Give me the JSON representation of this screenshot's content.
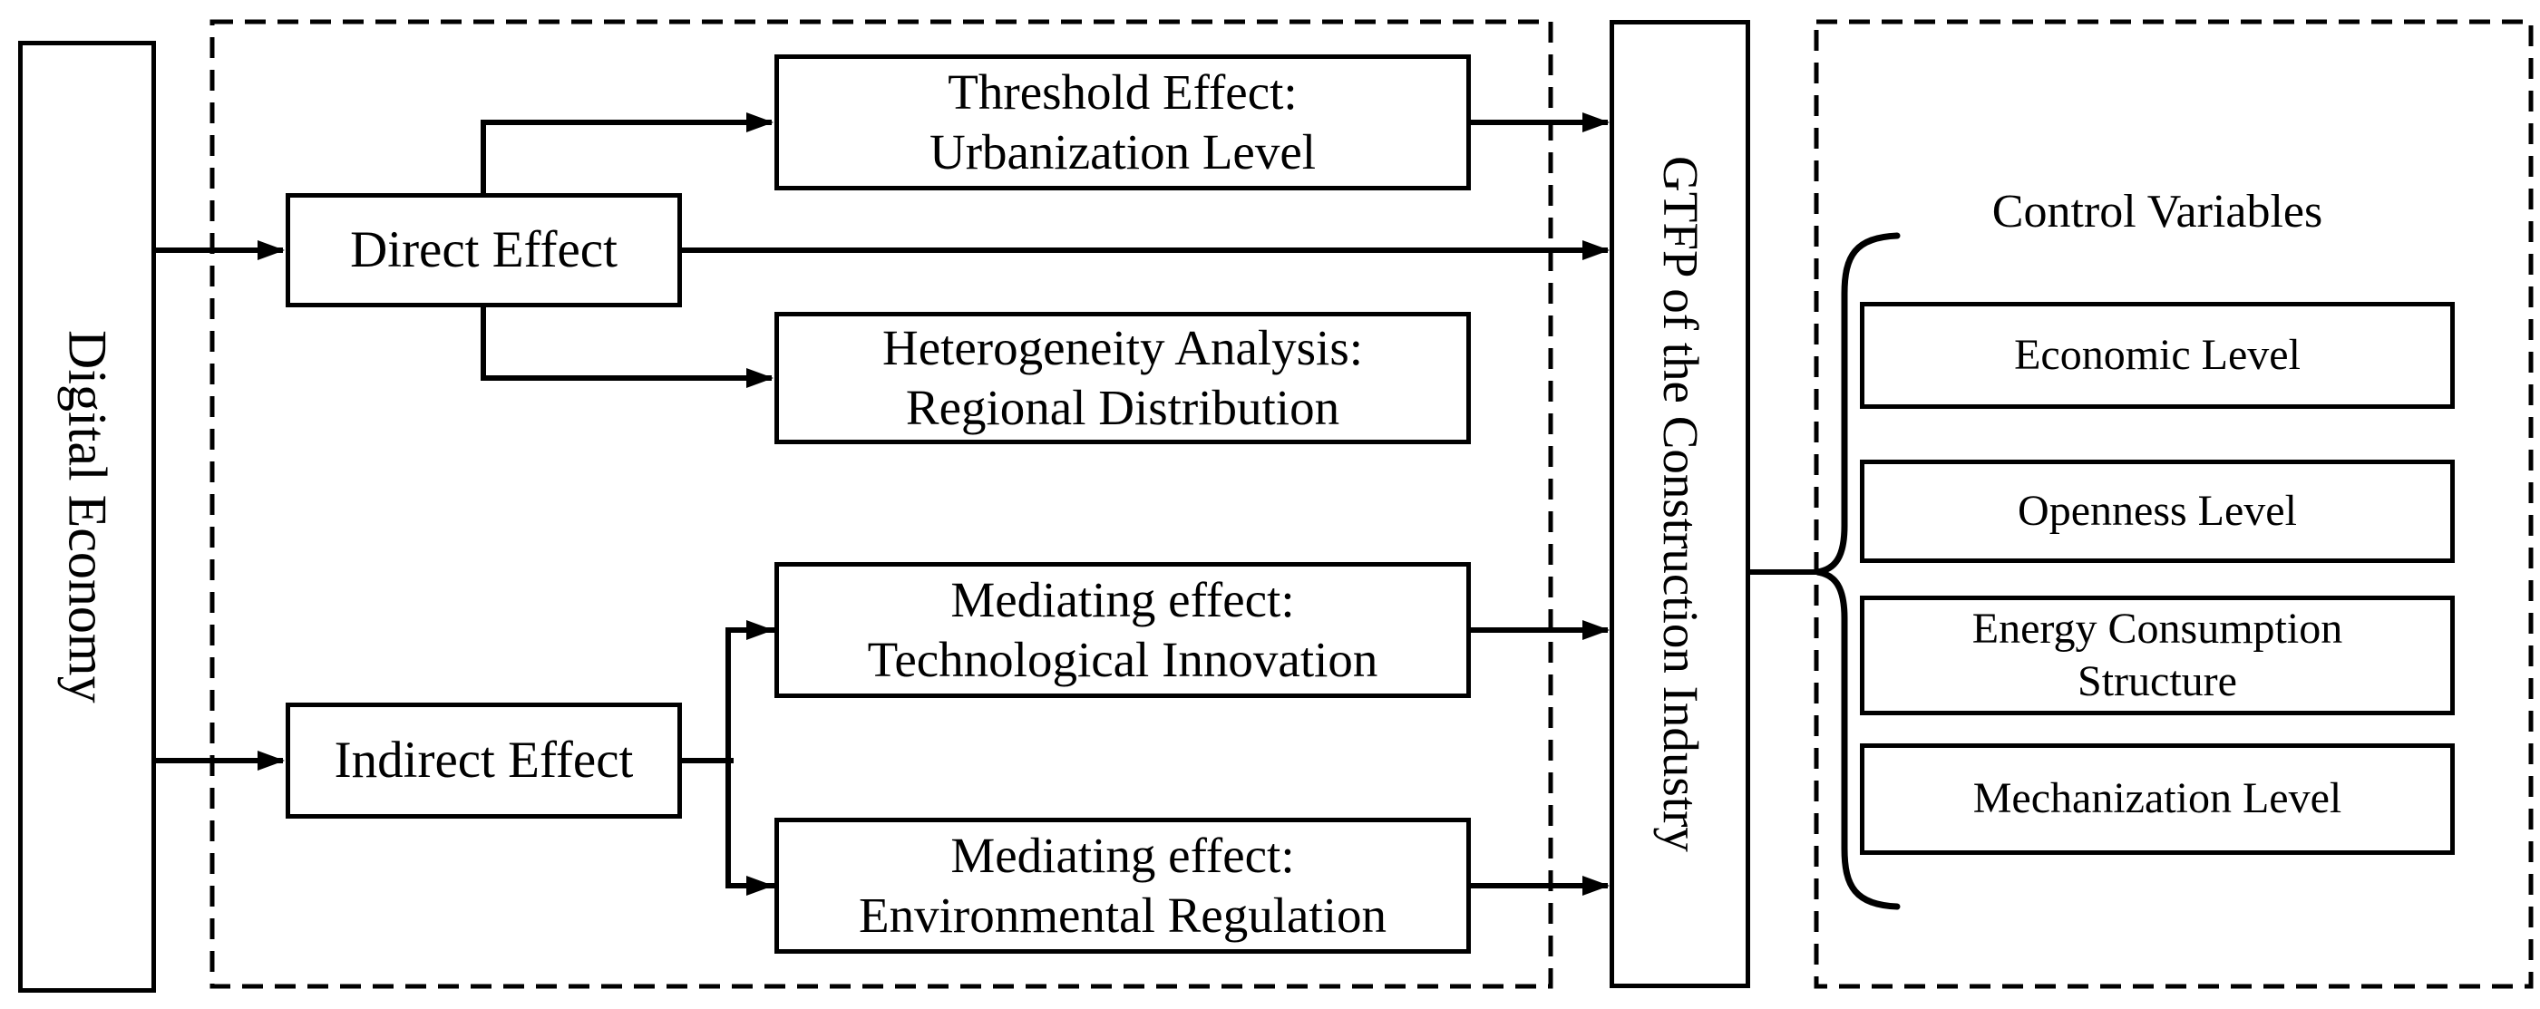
{
  "colors": {
    "ink": "#000000",
    "background": "#ffffff"
  },
  "digital_economy": {
    "label": "Digital Economy"
  },
  "effects": {
    "direct": {
      "label": "Direct Effect"
    },
    "indirect": {
      "label": "Indirect Effect"
    },
    "threshold": {
      "label": "Threshold Effect:\nUrbanization Level"
    },
    "heterogeneity": {
      "label": "Heterogeneity Analysis:\nRegional Distribution"
    },
    "mediating_technology": {
      "label": "Mediating effect:\nTechnological Innovation"
    },
    "mediating_environment": {
      "label": "Mediating effect:\nEnvironmental Regulation"
    }
  },
  "gtfp": {
    "label": "GTFP of the Construction Industry"
  },
  "controls": {
    "title": "Control Variables",
    "items": [
      {
        "label": "Economic Level"
      },
      {
        "label": "Openness Level"
      },
      {
        "label": "Energy Consumption\nStructure"
      },
      {
        "label": "Mechanization Level"
      }
    ]
  }
}
